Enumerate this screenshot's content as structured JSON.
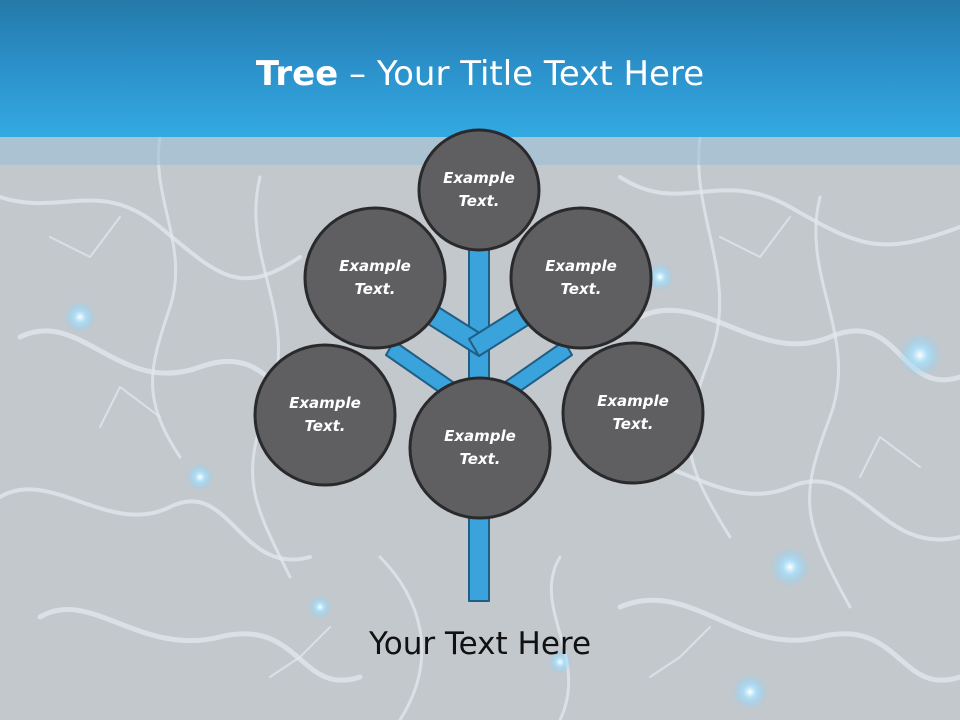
{
  "header": {
    "title_bold": "Tree",
    "title_dash": " – ",
    "title_rest": "Your Title Text Here"
  },
  "tree": {
    "nodes": [
      {
        "id": "top",
        "text": "Example\nText."
      },
      {
        "id": "upper-left",
        "text": "Example\nText."
      },
      {
        "id": "upper-right",
        "text": "Example\nText."
      },
      {
        "id": "lower-left",
        "text": "Example\nText."
      },
      {
        "id": "center",
        "text": "Example\nText."
      },
      {
        "id": "lower-right",
        "text": "Example\nText."
      }
    ]
  },
  "caption": "Your Text Here",
  "colors": {
    "header_blue": "#2b8fc8",
    "branch_blue": "#3aa3dc",
    "node_fill": "#5f5f62",
    "node_border": "#2a2a2c",
    "background": "#c3c8cc"
  }
}
